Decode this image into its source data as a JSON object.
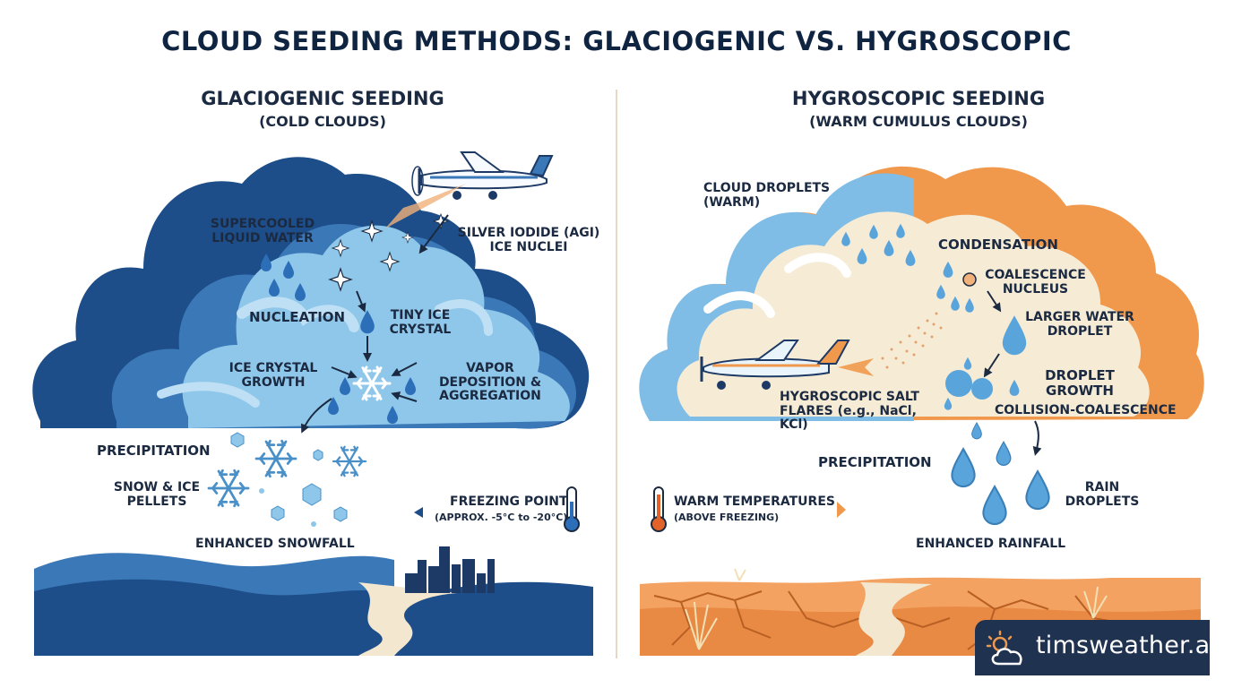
{
  "title": "CLOUD SEEDING METHODS: GLACIOGENIC vs. HYGROSCOPIC",
  "left": {
    "heading": "GLACIOGENIC SEEDING",
    "subheading": "(COLD CLOUDS)",
    "labels": {
      "supercooled": "SUPERCOOLED LIQUID WATER",
      "silver_iodide": "SILVER IODIDE (AgI) ICE NUCLEI",
      "nucleation": "NUCLEATION",
      "tiny_ice": "TINY ICE CRYSTAL",
      "ice_growth": "ICE CRYSTAL GROWTH",
      "vapor": "VAPOR DEPOSITION & AGGREGATION",
      "precipitation": "PRECIPITATION",
      "snow": "SNOW & ICE PELLETS",
      "freezing": "FREEZING POINT",
      "freezing_range": "(APPROX. -5°C to -20°C)",
      "enhanced": "ENHANCED SNOWFALL"
    },
    "colors": {
      "dark": "#1d4e89",
      "mid": "#3b78b8",
      "light": "#8fc7ea",
      "pale": "#bfe0f4"
    }
  },
  "right": {
    "heading": "HYGROSCOPIC SEEDING",
    "subheading": "(WARM CUMULUS CLOUDS)",
    "labels": {
      "cloud_droplets": "CLOUD DROPLETS (WARM)",
      "condensation": "CONDENSATION",
      "nucleus": "COALESCENCE NUCLEUS",
      "larger": "LARGER WATER DROPLET",
      "growth": "DROPLET GROWTH",
      "collision": "COLLISION-COALESCENCE",
      "salt": "HYGROSCOPIC SALT FLARES (e.g., NaCl, KCl)",
      "precipitation": "PRECIPITATION",
      "rain": "RAIN DROPLETS",
      "warm": "WARM TEMPERATURES",
      "warm_range": "(ABOVE FREEZING)",
      "enhanced": "ENHANCED RAINFALL"
    },
    "colors": {
      "orange": "#f0994d",
      "cream": "#f6ecd6",
      "blue": "#7fbde6"
    }
  },
  "brand": {
    "name": "timsweather.au",
    "icon": "sun-cloud-icon"
  }
}
